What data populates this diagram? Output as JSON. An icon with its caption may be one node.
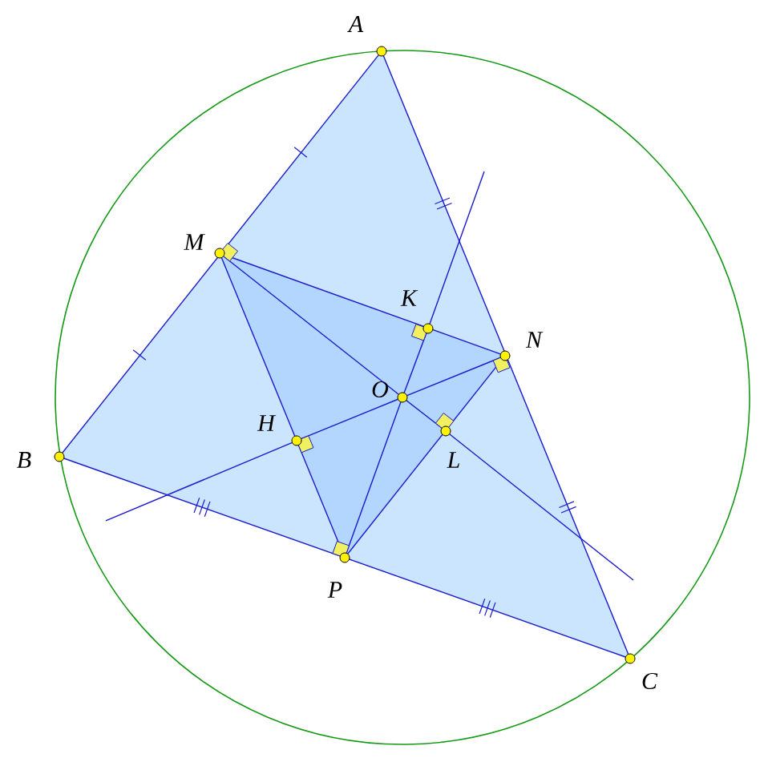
{
  "diagram": {
    "nodes": [
      {
        "text": [],
        "shape": "circle",
        "beside": [
          "A"
        ]
      },
      {
        "text": [],
        "shape": "circle",
        "beside": [
          "B"
        ]
      },
      {
        "text": [],
        "shape": "circle",
        "beside": [
          "C"
        ]
      },
      {
        "text": [],
        "shape": "circle",
        "beside": [
          "M"
        ]
      },
      {
        "text": [],
        "shape": "circle",
        "beside": [
          "N"
        ]
      },
      {
        "text": [],
        "shape": "circle",
        "beside": [
          "P"
        ]
      },
      {
        "text": [],
        "shape": "circle",
        "beside": [
          "O"
        ]
      },
      {
        "text": [],
        "shape": "circle",
        "beside": [
          "K"
        ]
      },
      {
        "text": [],
        "shape": "circle",
        "beside": [
          "H"
        ]
      },
      {
        "text": [],
        "shape": "circle",
        "beside": [
          "L"
        ]
      }
    ],
    "edges": [
      {
        "from": 0,
        "to": 1,
        "arrow": "none"
      },
      {
        "from": 1,
        "to": 2,
        "arrow": "none"
      },
      {
        "from": 2,
        "to": 0,
        "arrow": "none"
      },
      {
        "from": 3,
        "to": 4,
        "arrow": "none"
      },
      {
        "from": 4,
        "to": 5,
        "arrow": "none"
      },
      {
        "from": 5,
        "to": 3,
        "arrow": "none"
      },
      {
        "from": 5,
        "to": 6,
        "arrow": "none"
      },
      {
        "from": 6,
        "to": 7,
        "arrow": "none"
      },
      {
        "from": 7,
        "to": null,
        "arrow": "none"
      },
      {
        "from": 4,
        "to": 6,
        "arrow": "none"
      },
      {
        "from": 6,
        "to": 8,
        "arrow": "none"
      },
      {
        "from": 8,
        "to": null,
        "arrow": "none"
      },
      {
        "from": 3,
        "to": 6,
        "arrow": "none"
      },
      {
        "from": 6,
        "to": 9,
        "arrow": "none"
      },
      {
        "from": 9,
        "to": null,
        "arrow": "none"
      }
    ]
  }
}
